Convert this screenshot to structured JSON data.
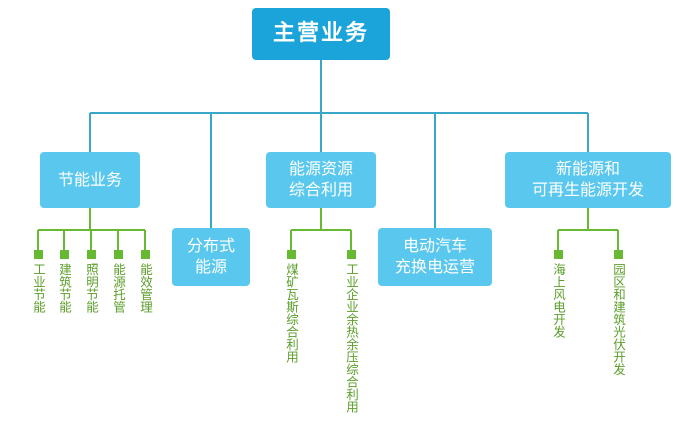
{
  "root": {
    "label": "主营业务"
  },
  "categories": [
    {
      "label": "节能业务",
      "children": [
        "工业节能",
        "建筑节能",
        "照明节能",
        "能源托管",
        "能效管理"
      ]
    },
    {
      "label": "分布式\n能源",
      "children": []
    },
    {
      "label": "能源资源\n综合利用",
      "children": [
        "煤矿瓦斯综合利用",
        "工业企业余热余压综合利用"
      ]
    },
    {
      "label": "电动汽车\n充换电运营",
      "children": []
    },
    {
      "label": "新能源和\n可再生能源开发",
      "children": [
        "海上风电开发",
        "园区和建筑光伏开发"
      ]
    }
  ],
  "colors": {
    "root_fill": "#1aa4d9",
    "category_fill": "#5ac8ee",
    "connector_main": "#3aa7c9",
    "connector_leaf": "#67b832",
    "leaf_text": "#5b9e2a"
  }
}
